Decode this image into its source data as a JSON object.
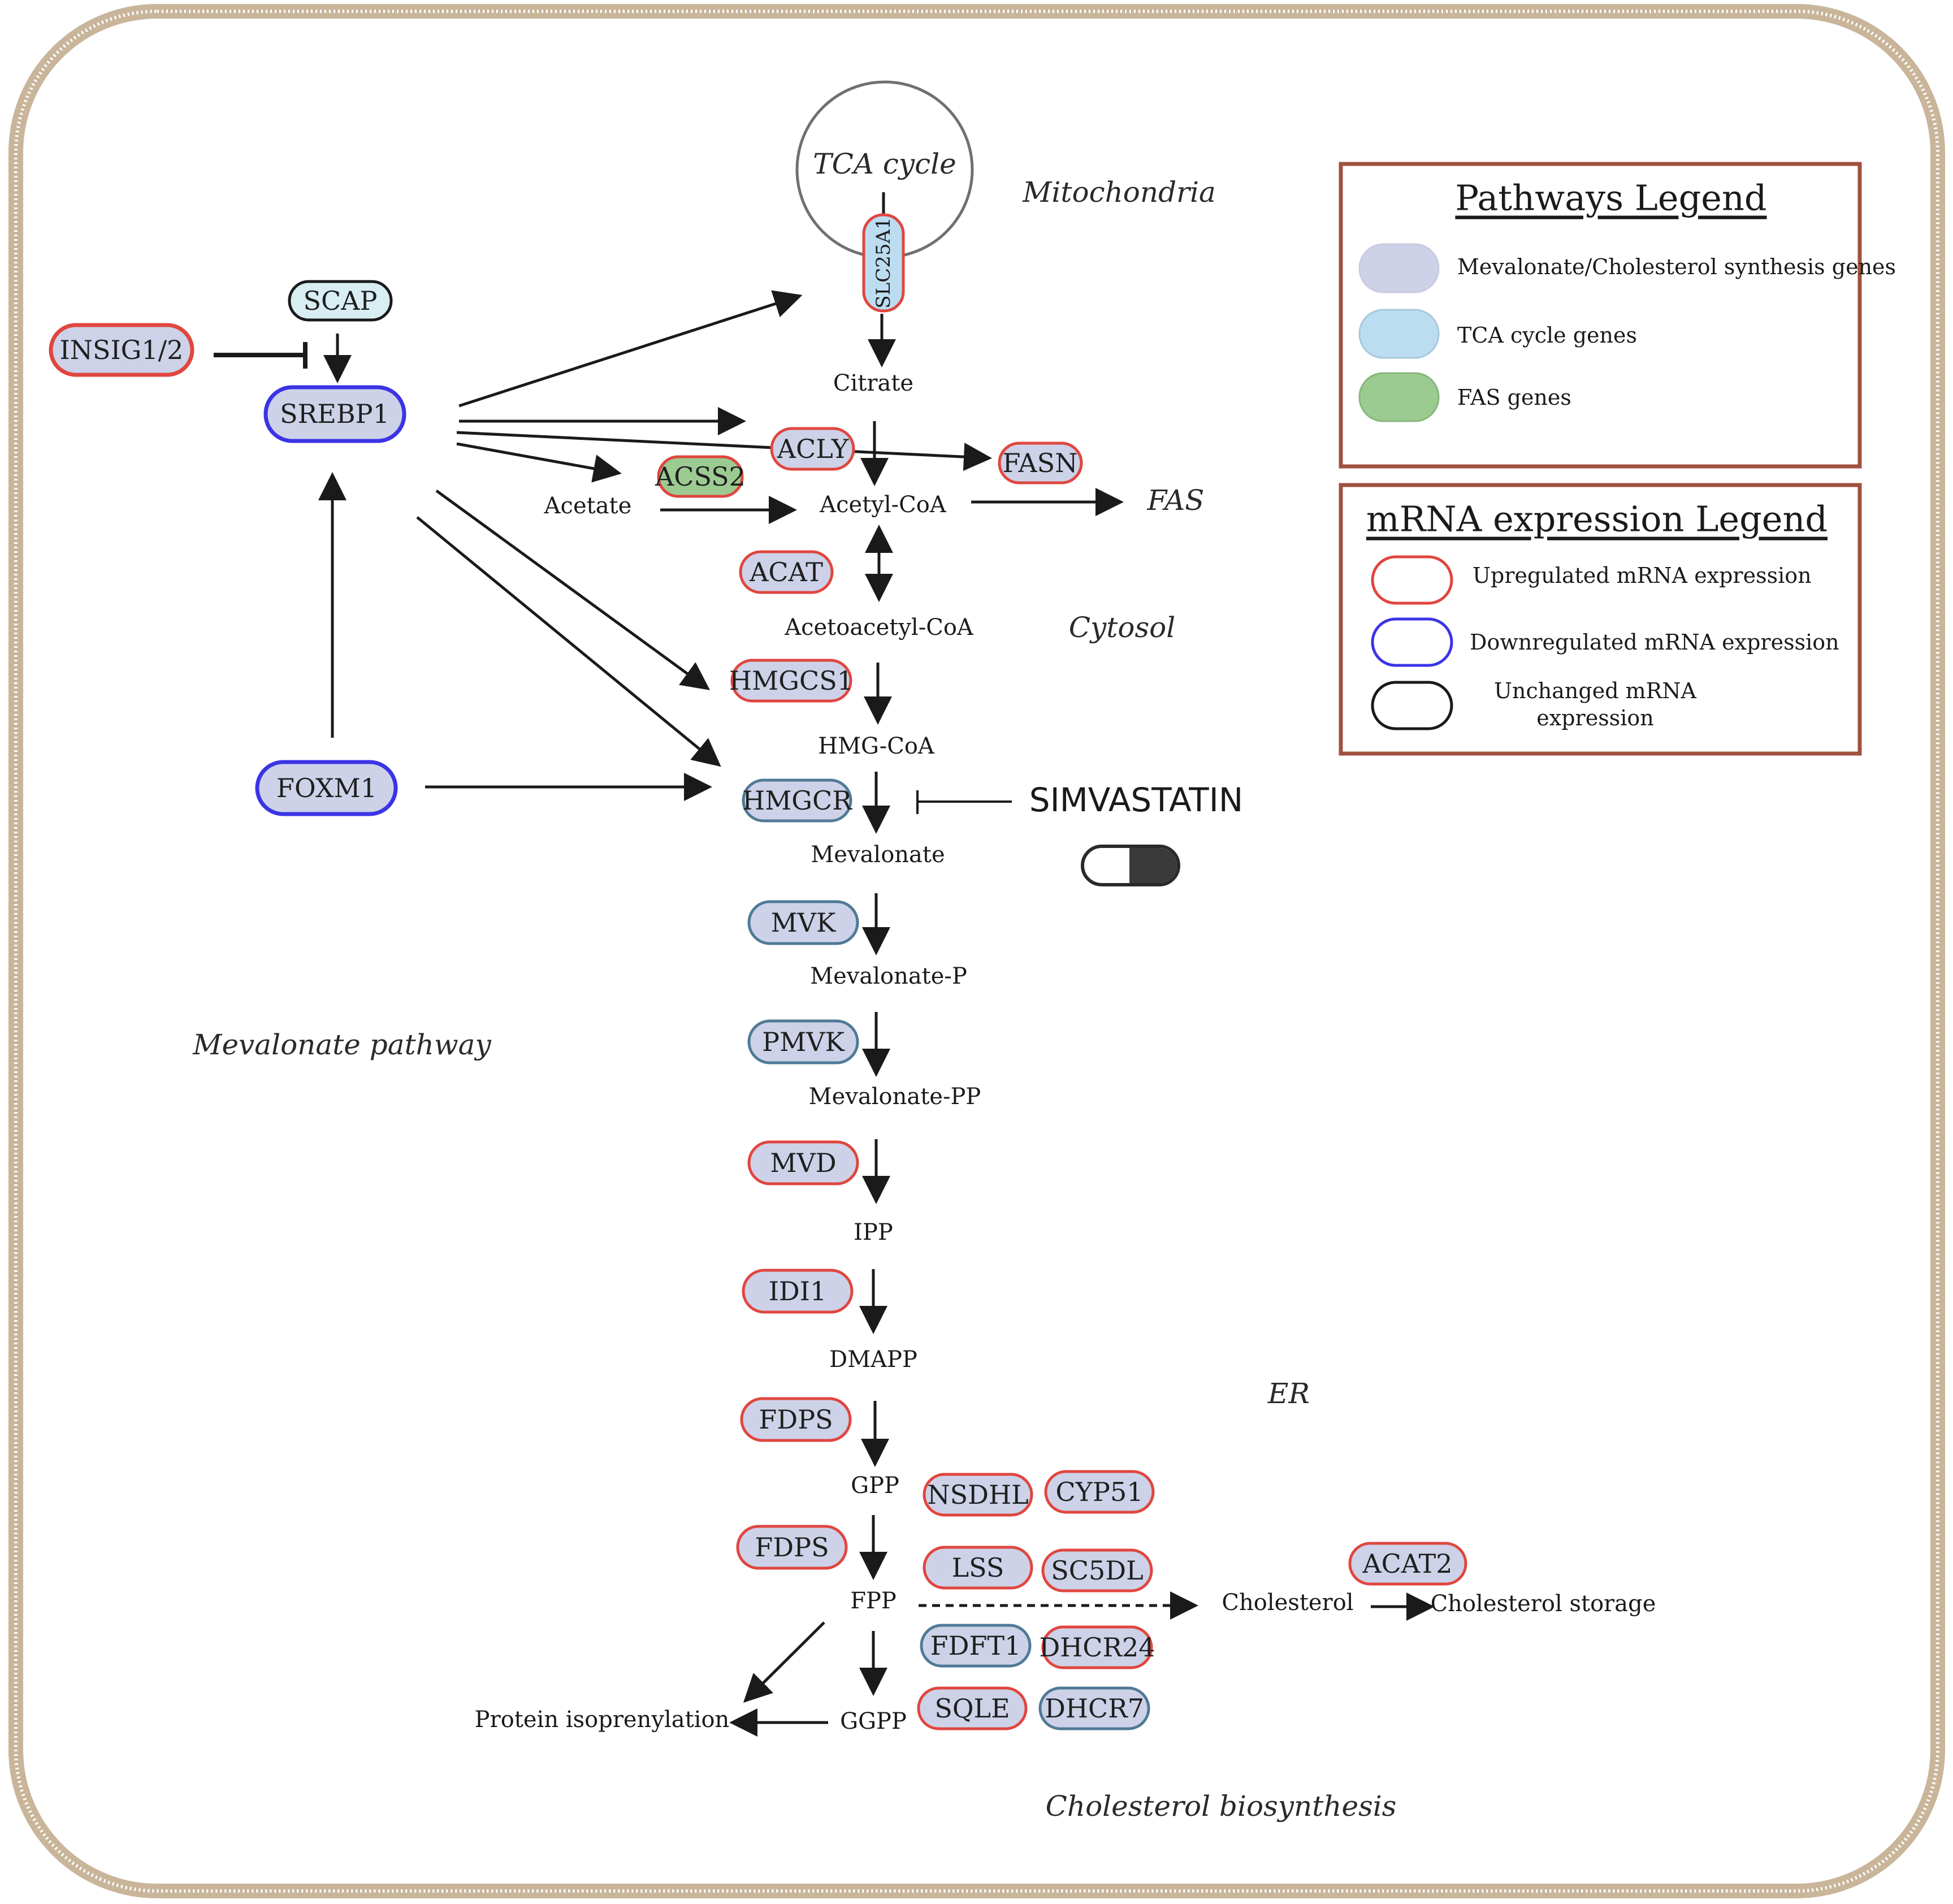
{
  "regions": {
    "mitochondria": "Mitochondria",
    "fas": "FAS",
    "cytosol": "Cytosol",
    "mevalonate_pathway": "Mevalonate pathway",
    "er": "ER",
    "cholesterol_biosynthesis": "Cholesterol biosynthesis"
  },
  "tca": {
    "label": "TCA cycle",
    "transporter": "SLC25A1"
  },
  "regulators": {
    "insig": "INSIG1/2",
    "scap": "SCAP",
    "srebp1": "SREBP1",
    "foxm1": "FOXM1"
  },
  "genes": {
    "acly": "ACLY",
    "fasn": "FASN",
    "acss2": "ACSS2",
    "acat": "ACAT",
    "hmgcs1": "HMGCS1",
    "hmgcr": "HMGCR",
    "mvk": "MVK",
    "pmvk": "PMVK",
    "mvd": "MVD",
    "idi1": "IDI1",
    "fdps1": "FDPS",
    "fdps2": "FDPS",
    "nsdhl": "NSDHL",
    "cyp51": "CYP51",
    "lss": "LSS",
    "sc5dl": "SC5DL",
    "fdft1": "FDFT1",
    "dhcr24": "DHCR24",
    "sqle": "SQLE",
    "dhcr7": "DHCR7",
    "acat2": "ACAT2"
  },
  "metabolites": {
    "citrate": "Citrate",
    "acetate": "Acetate",
    "acetyl_coa": "Acetyl-CoA",
    "acetoacetyl_coa": "Acetoacetyl-CoA",
    "hmg_coa": "HMG-CoA",
    "mevalonate": "Mevalonate",
    "mevalonate_p": "Mevalonate-P",
    "mevalonate_pp": "Mevalonate-PP",
    "ipp": "IPP",
    "dmapp": "DMAPP",
    "gpp": "GPP",
    "fpp": "FPP",
    "ggpp": "GGPP",
    "protein_isoprenylation": "Protein isoprenylation",
    "cholesterol": "Cholesterol",
    "cholesterol_storage": "Cholesterol storage"
  },
  "drug": "SIMVASTATIN",
  "pathways_legend": {
    "title": "Pathways Legend",
    "items": [
      {
        "label": "Mevalonate/Cholesterol synthesis genes",
        "color": "#cdd2e8"
      },
      {
        "label": "TCA cycle genes",
        "color": "#bcdcf0"
      },
      {
        "label": "FAS genes",
        "color": "#9ccb92"
      }
    ]
  },
  "mrna_legend": {
    "title": "mRNA expression Legend",
    "items": [
      {
        "label": "Upregulated mRNA expression",
        "color": "#e0463f"
      },
      {
        "label": "Downregulated mRNA expression",
        "color": "#3b34e6"
      },
      {
        "label_line1": "Unchanged mRNA",
        "label_line2": "expression",
        "color": "#1a1a1a"
      }
    ]
  },
  "colors": {
    "mevalonate_fill": "#cdd2e8",
    "tca_fill": "#bcdcf0",
    "fas_fill": "#9ccb92",
    "up": "#e0463f",
    "down": "#3b34e6",
    "unchanged": "#1a1a1a",
    "legend_border": "#a0513f",
    "cell_border": "#c9b59a"
  }
}
